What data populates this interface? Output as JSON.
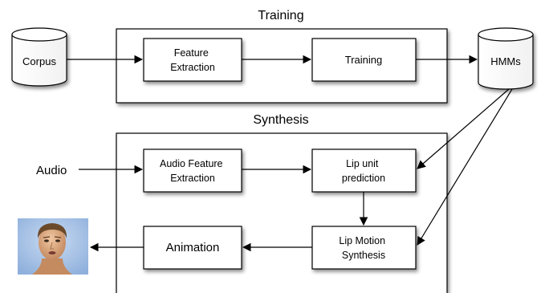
{
  "groups": {
    "training": "Training",
    "synthesis": "Synthesis"
  },
  "stores": {
    "corpus": "Corpus",
    "hmms": "HMMs"
  },
  "inputs": {
    "audio": "Audio"
  },
  "boxes": {
    "feature_extraction": [
      "Feature",
      "Extraction"
    ],
    "training": [
      "Training"
    ],
    "audio_feature_extraction": [
      "Audio Feature",
      "Extraction"
    ],
    "lip_unit_prediction": [
      "Lip unit",
      "prediction"
    ],
    "lip_motion_synthesis": [
      "Lip Motion",
      "Synthesis"
    ],
    "animation": [
      "Animation"
    ]
  },
  "colors": {
    "stroke": "#000000",
    "fill": "#ffffff",
    "shadow": "#9a9a9a",
    "skin": "#d9a27a",
    "hair": "#6b4a2a",
    "background_face": "#a9c3e6"
  },
  "icons": {
    "avatar": "animated-face-avatar"
  }
}
